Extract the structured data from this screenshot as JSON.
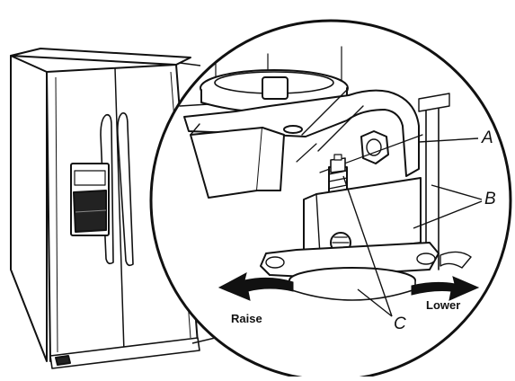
{
  "labels": {
    "a": "A",
    "b": "B",
    "c": "C",
    "raise": "Raise",
    "lower": "Lower"
  },
  "colors": {
    "stroke": "#111111",
    "fill": "#ffffff",
    "arrow": "#111111"
  },
  "icons": {
    "raise_arrow": "curved-arrow-left",
    "lower_arrow": "curved-arrow-right"
  }
}
